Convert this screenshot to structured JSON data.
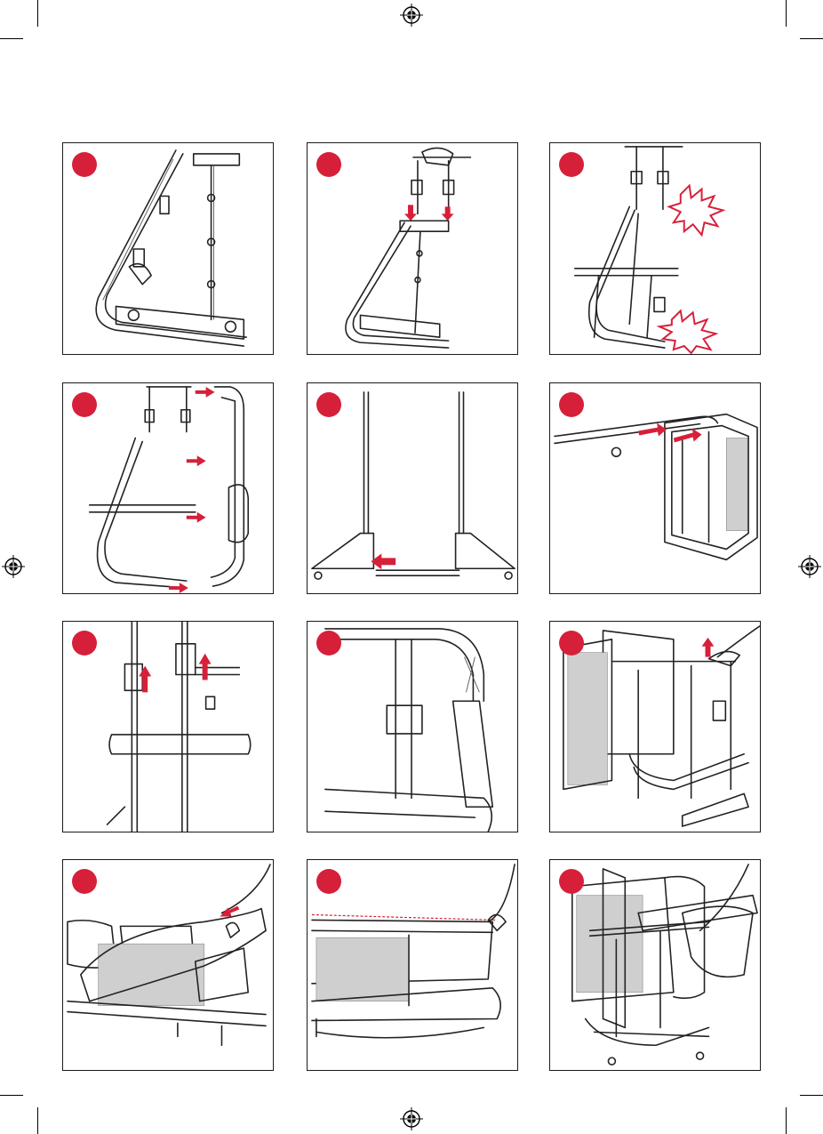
{
  "document": {
    "type": "assembly-instructions-page",
    "panel_count": 12,
    "accent_color": "#d6203a",
    "line_color": "#222222",
    "icons": [
      "registration-mark",
      "crop-mark",
      "step-marker",
      "starburst",
      "direction-arrow"
    ]
  }
}
